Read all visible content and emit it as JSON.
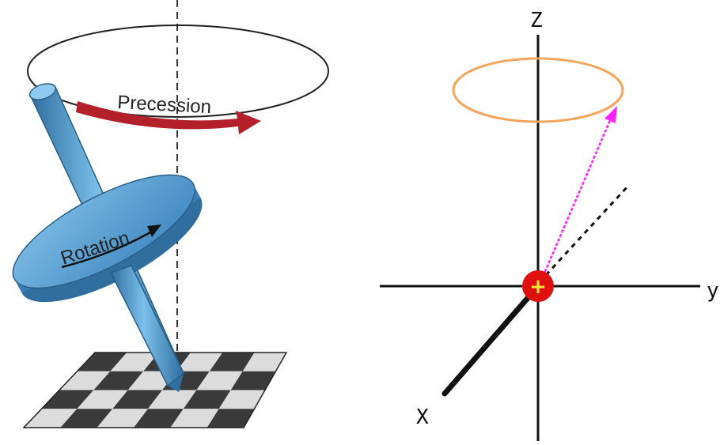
{
  "left_panel": {
    "precession_label": "Precession",
    "rotation_label": "Rotation"
  },
  "right_panel": {
    "axis_z": "Z",
    "axis_y": "y",
    "axis_x": "X",
    "nucleus_sign": "+"
  },
  "colors": {
    "top_blue": "#4f9fd6",
    "top_blue_dark": "#2f6e9e",
    "precession_arrow": "#b3202a",
    "cone_circle": "#f5a55a",
    "spin_vector": "#ff22ff",
    "nucleus": "#e01010",
    "nucleus_sign": "#ffee33",
    "board_dark": "#3a3a3a",
    "board_light": "#dcdcdc"
  },
  "icons": {
    "spinning_top": "spinning-top-icon",
    "nucleus": "nucleus-icon"
  }
}
